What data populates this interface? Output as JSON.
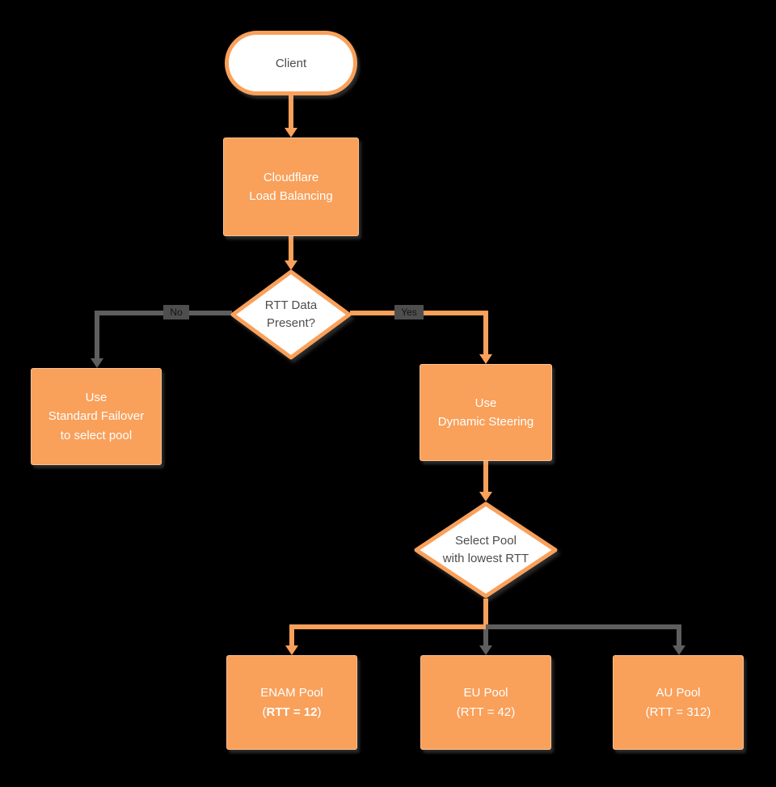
{
  "colors": {
    "orange": "#F9A05A",
    "gray-line": "#5E5E5E",
    "ink": "#4D4D4D",
    "bg": "#000000"
  },
  "nodes": {
    "client": {
      "label": "Client"
    },
    "load_balancer": {
      "line1": "Cloudflare",
      "line2": "Load Balancing"
    },
    "rtt_decision": {
      "line1": "RTT Data",
      "line2": "Present?"
    },
    "standard_failover": {
      "line1": "Use",
      "line2": "Standard Failover",
      "line3": "to select pool"
    },
    "dynamic_steering": {
      "line1": "Use",
      "line2": "Dynamic Steering"
    },
    "select_pool": {
      "line1": "Select Pool",
      "line2": "with lowest RTT"
    },
    "enam_pool": {
      "title": "ENAM Pool",
      "rtt_prefix": "(",
      "rtt_value": "RTT = 12",
      "rtt_suffix": ")"
    },
    "eu_pool": {
      "title": "EU Pool",
      "rtt_prefix": "(",
      "rtt_value": "RTT = 42",
      "rtt_suffix": ")"
    },
    "au_pool": {
      "title": "AU Pool",
      "rtt_prefix": "(",
      "rtt_value": "RTT = 312",
      "rtt_suffix": ")"
    }
  },
  "edges": {
    "no_label": "No",
    "yes_label": "Yes"
  }
}
